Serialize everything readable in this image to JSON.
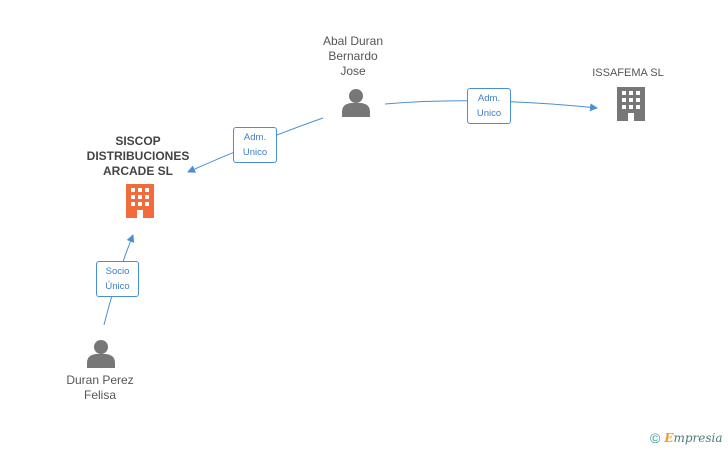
{
  "nodes": {
    "siscop": {
      "lines": [
        "SISCOP",
        "DISTRIBUCIONES",
        "ARCADE SL"
      ],
      "color": "#f26b3a"
    },
    "abal": {
      "lines": [
        "Abal Duran",
        "Bernardo",
        "Jose"
      ]
    },
    "issafema": {
      "lines": [
        "ISSAFEMA SL"
      ],
      "color": "#777777"
    },
    "duran": {
      "lines": [
        "Duran Perez",
        "Felisa"
      ]
    }
  },
  "edges": {
    "abal_siscop": {
      "lines": [
        "Adm.",
        "Unico"
      ]
    },
    "abal_issafema": {
      "lines": [
        "Adm.",
        "Unico"
      ]
    },
    "duran_siscop": {
      "lines": [
        "Socio",
        "Único"
      ]
    }
  },
  "colors": {
    "edge": "#4a8fd6",
    "person": "#777777"
  },
  "footer": {
    "copyright": "©",
    "brand_initial": "E",
    "brand_rest": "mpresia"
  }
}
